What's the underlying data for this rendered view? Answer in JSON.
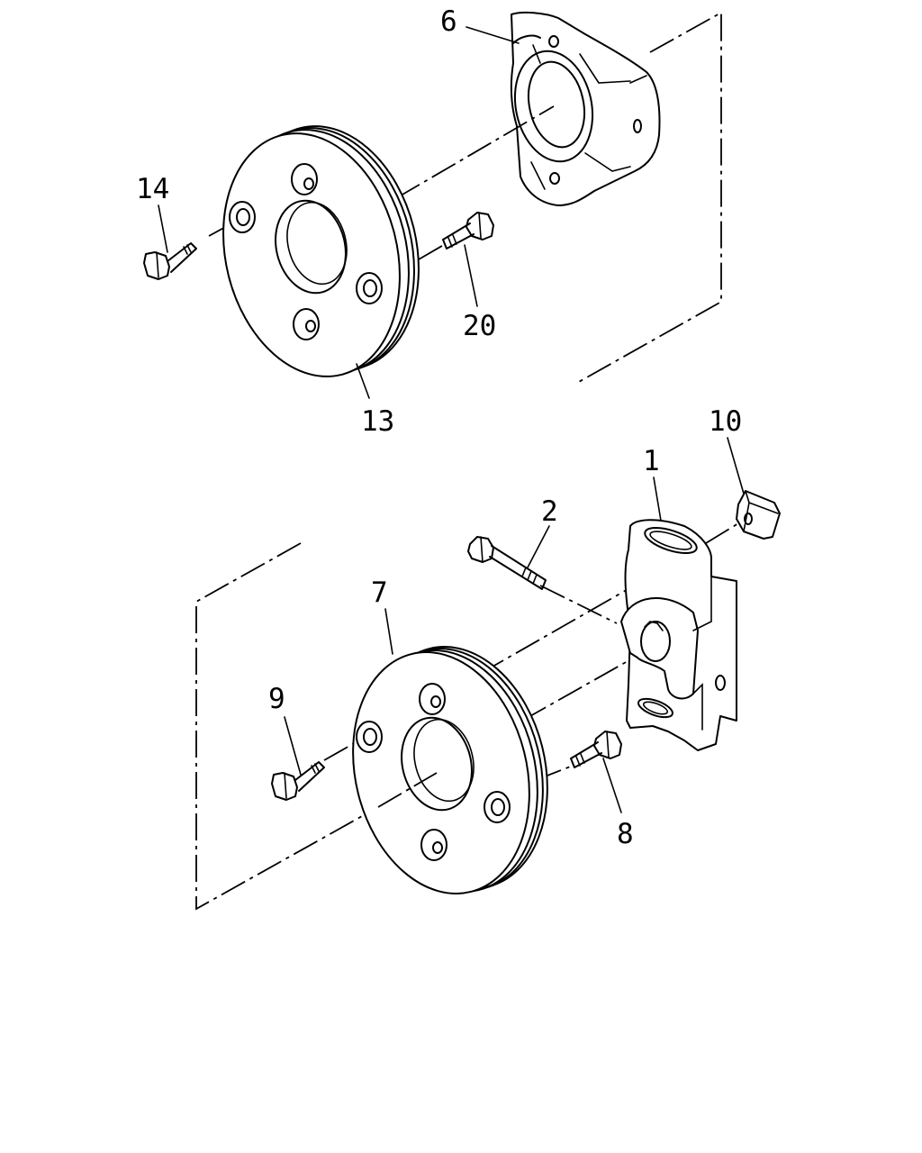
{
  "callouts": {
    "c1": "1",
    "c2": "2",
    "c6": "6",
    "c7": "7",
    "c8": "8",
    "c9": "9",
    "c10": "10",
    "c13": "13",
    "c14": "14",
    "c20": "20"
  }
}
